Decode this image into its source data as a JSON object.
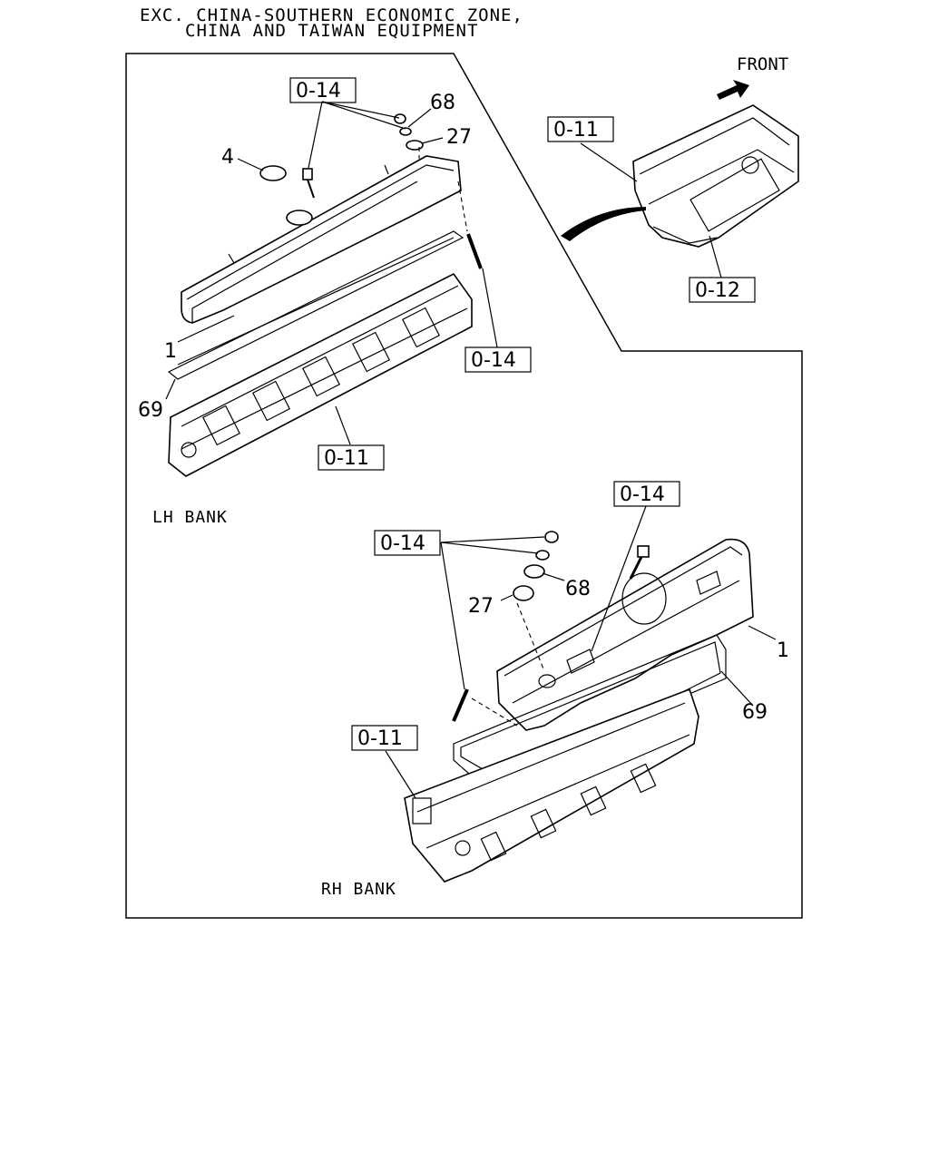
{
  "header": {
    "line1": "EXC. CHINA-SOUTHERN ECONOMIC ZONE,",
    "line2": "CHINA AND TAIWAN EQUIPMENT"
  },
  "front_label": "FRONT",
  "banks": {
    "lh": "LH BANK",
    "rh": "RH BANK"
  },
  "lh_callouts": {
    "ref_0_14_top": "0-14",
    "part_68": "68",
    "part_27": "27",
    "part_4": "4",
    "part_1": "1",
    "part_69": "69",
    "ref_0_14_bolt": "0-14",
    "ref_0_11": "0-11"
  },
  "engine_callouts": {
    "ref_0_11": "0-11",
    "ref_0_12": "0-12"
  },
  "rh_callouts": {
    "ref_0_14_bolt": "0-14",
    "ref_0_14_washers": "0-14",
    "part_68": "68",
    "part_27": "27",
    "part_1": "1",
    "part_69": "69",
    "ref_0_11": "0-11"
  },
  "icons": [
    "front-arrow-icon",
    "transition-arrow-icon"
  ]
}
